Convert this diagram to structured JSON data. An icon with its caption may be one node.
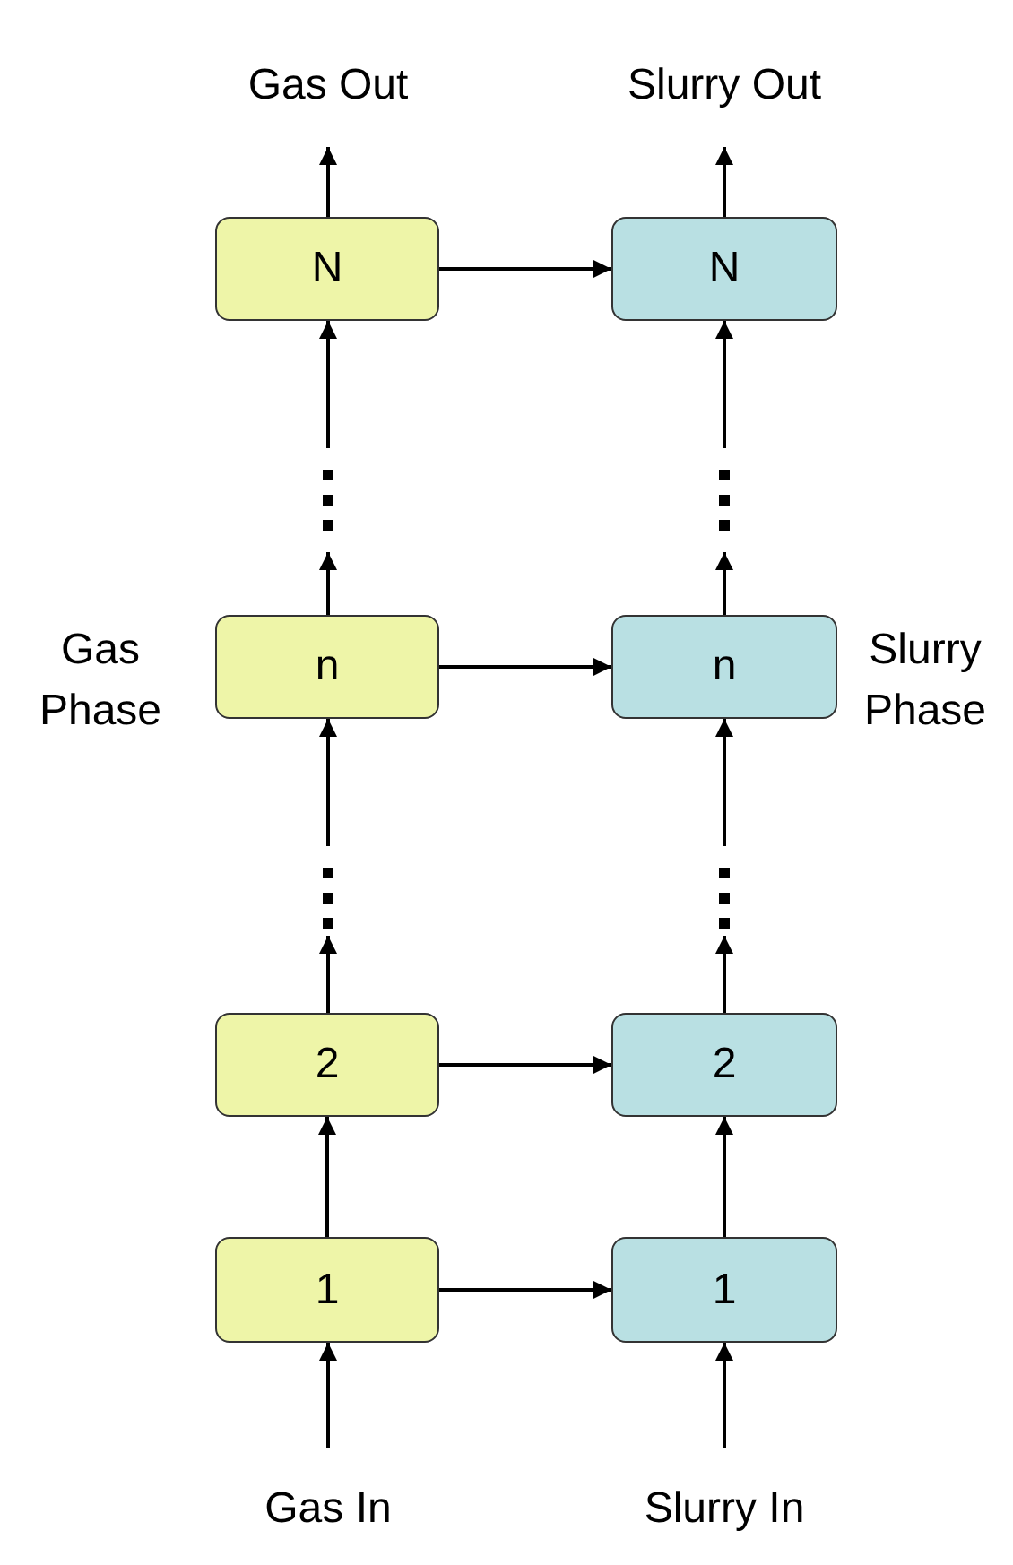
{
  "diagram": {
    "nodes": [
      {
        "text": [
          "Gas Out"
        ]
      },
      {
        "text": [
          "Slurry Out"
        ]
      },
      {
        "text": [
          "N"
        ]
      },
      {
        "text": [
          "N"
        ]
      },
      {
        "text": [],
        "shape": "dots"
      },
      {
        "text": [],
        "shape": "dots"
      },
      {
        "text": [
          "n"
        ],
        "beside": [
          "Gas Phase"
        ]
      },
      {
        "text": [
          "n"
        ],
        "beside": [
          "Slurry Phase"
        ]
      },
      {
        "text": [],
        "shape": "dots"
      },
      {
        "text": [],
        "shape": "dots"
      },
      {
        "text": [
          "2"
        ]
      },
      {
        "text": [
          "2"
        ]
      },
      {
        "text": [
          "1"
        ]
      },
      {
        "text": [
          "1"
        ]
      },
      {
        "text": [
          "Gas In"
        ]
      },
      {
        "text": [
          "Slurry In"
        ]
      }
    ],
    "edges": [
      {
        "from": 2,
        "to": 0,
        "arrow": "to"
      },
      {
        "from": 3,
        "to": 1,
        "arrow": "to"
      },
      {
        "from": 2,
        "to": 3,
        "arrow": "to"
      },
      {
        "from": 4,
        "to": 2,
        "arrow": "to"
      },
      {
        "from": 5,
        "to": 3,
        "arrow": "to"
      },
      {
        "from": 6,
        "to": 4,
        "arrow": "to"
      },
      {
        "from": 7,
        "to": 5,
        "arrow": "to"
      },
      {
        "from": 6,
        "to": 7,
        "arrow": "to"
      },
      {
        "from": 8,
        "to": 6,
        "arrow": "to"
      },
      {
        "from": 9,
        "to": 7,
        "arrow": "to"
      },
      {
        "from": 10,
        "to": 8,
        "arrow": "to"
      },
      {
        "from": 11,
        "to": 9,
        "arrow": "to"
      },
      {
        "from": 10,
        "to": 11,
        "arrow": "to"
      },
      {
        "from": 12,
        "to": 10,
        "arrow": "to"
      },
      {
        "from": 13,
        "to": 11,
        "arrow": "to"
      },
      {
        "from": 12,
        "to": 13,
        "arrow": "to"
      },
      {
        "from": 14,
        "to": 12,
        "arrow": "to"
      },
      {
        "from": 15,
        "to": 13,
        "arrow": "to"
      }
    ]
  }
}
